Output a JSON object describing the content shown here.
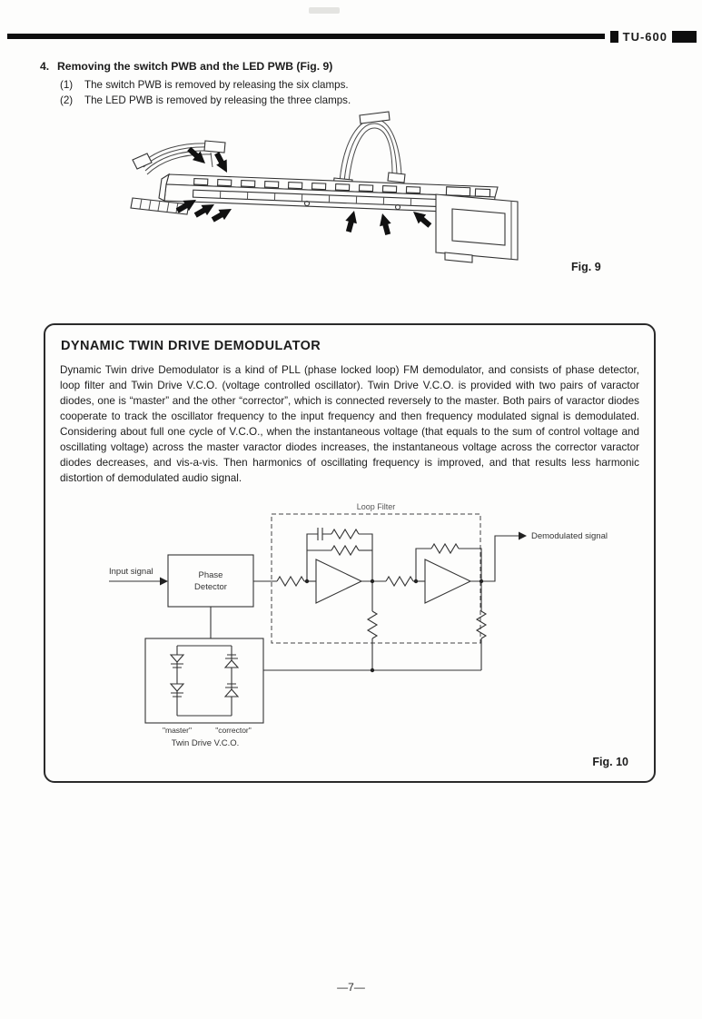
{
  "header": {
    "model": "TU-600"
  },
  "section4": {
    "number": "4.",
    "heading": "Removing the switch PWB and the LED PWB (Fig. 9)",
    "items": [
      {
        "num": "(1)",
        "text": "The switch PWB is removed by releasing the six clamps."
      },
      {
        "num": "(2)",
        "text": "The LED PWB is removed by releasing the three clamps."
      }
    ],
    "figure_caption": "Fig. 9"
  },
  "demodulator": {
    "title": "DYNAMIC TWIN DRIVE DEMODULATOR",
    "body": "Dynamic Twin drive Demodulator is a kind of PLL (phase locked loop) FM demodulator, and consists of phase detector, loop filter and Twin Drive V.C.O. (voltage controlled oscillator). Twin Drive V.C.O. is provided with two pairs of varactor diodes, one is “master” and the other “corrector”, which is connected reversely to the master. Both pairs of varactor diodes cooperate to track the oscillator frequency to the input frequency and then frequency modulated signal is demodulated. Considering about full one cycle of V.C.O., when the instantaneous voltage (that equals to the sum of control voltage and oscillating voltage) across the master varactor diodes increases, the instantaneous voltage across the corrector varactor diodes decreases, and vis-a-vis. Then harmonics of oscillating frequency is improved, and that results less harmonic distortion of demodulated audio signal.",
    "figure_caption": "Fig. 10",
    "diagram": {
      "loop_filter": "Loop Filter",
      "input_signal": "Input signal",
      "phase_detector_line1": "Phase",
      "phase_detector_line2": "Detector",
      "demodulated_signal": "Demodulated signal",
      "master": "\"master\"",
      "corrector": "\"corrector\"",
      "vco": "Twin Drive V.C.O."
    }
  },
  "footer": {
    "page_number": "—7—"
  }
}
